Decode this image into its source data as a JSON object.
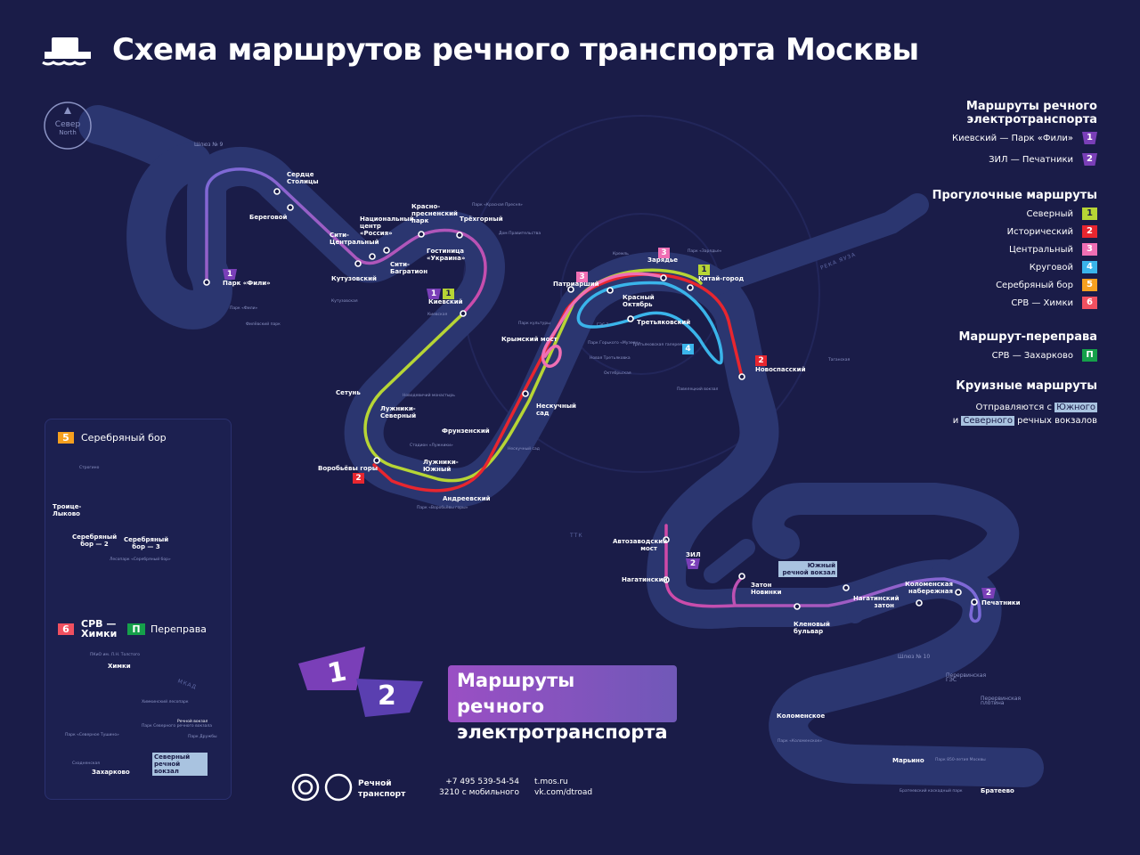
{
  "header": {
    "title": "Схема маршрутов речного транспорта Москвы",
    "compass": {
      "ru": "Север",
      "en": "North"
    }
  },
  "colors": {
    "bg": "#1a1c48",
    "river": "#2b3670",
    "electro": "#8e44c4",
    "r1": "#b7d535",
    "r2": "#e8262f",
    "r3": "#f06fb4",
    "r4": "#3ab4ea",
    "r5": "#f6a01f",
    "r6": "#f05060",
    "ferry": "#15a04a"
  },
  "legend": {
    "electro_title_1": "Маршруты речного",
    "electro_title_2": "электротранспорта",
    "electro": [
      {
        "label": "Киевский — Парк «Фили»",
        "num": "1"
      },
      {
        "label": "ЗИЛ — Печатники",
        "num": "2"
      }
    ],
    "walk_title": "Прогулочные маршруты",
    "walk": [
      {
        "label": "Северный",
        "num": "1"
      },
      {
        "label": "Исторический",
        "num": "2"
      },
      {
        "label": "Центральный",
        "num": "3"
      },
      {
        "label": "Круговой",
        "num": "4"
      },
      {
        "label": "Серебряный бор",
        "num": "5"
      },
      {
        "label": "СРВ — Химки",
        "num": "6"
      }
    ],
    "ferry_title": "Маршрут-переправа",
    "ferry": {
      "label": "СРВ — Захарково",
      "num": "П"
    },
    "cruise_title": "Круизные маршруты",
    "cruise_1": "Отправляются с",
    "cruise_south": "Южного",
    "cruise_and": "и",
    "cruise_north": "Северного",
    "cruise_2": "речных вокзалов"
  },
  "stations": [
    "Сердце Столицы",
    "Береговой",
    "Национальный центр «Россия»",
    "Красно-пресненский парк",
    "Трёхгорный",
    "Сити-Центральный",
    "Сити-Багратион",
    "Гостиница «Украина»",
    "Кутузовский",
    "Парк «Фили»",
    "Киевский",
    "Патриарший",
    "Зарядье",
    "Китай-город",
    "Красный Октябрь",
    "Третьяковский",
    "Крымский мост",
    "Новоспасский",
    "Нескучный сад",
    "Сетунь",
    "Лужники-Северный",
    "Фрунзенский",
    "Воробьёвы горы",
    "Лужники-Южный",
    "Андреевский",
    "Автозаводский мост",
    "ЗИЛ",
    "Нагатинский",
    "Затон Новинки",
    "Южный речной вокзал",
    "Кленовый бульвар",
    "Нагатинский затон",
    "Коломенская набережная",
    "Печатники",
    "Коломенское",
    "Марьино",
    "Братеево"
  ],
  "landmarks": {
    "lock9": "Шлюз № 9",
    "lock10": "Шлюз № 10",
    "ges": "Перервинская ГЭС",
    "dam": "Перервинская плотина",
    "yauza": "РЕКА ЯУЗА",
    "ttk": "ТТК",
    "mkad": "МКАД"
  },
  "pois": [
    "Кремль",
    "Парк «Зарядье»",
    "ГЭС-2",
    "Третьяковская галерея",
    "Новая Третьяковка",
    "Павелецкий вокзал",
    "Новодевичий монастырь",
    "Стадион «Лужники»",
    "Нескучный сад",
    "Парк «Красная Пресня»",
    "Дом Правительства",
    "Парк «Фили»",
    "Филёвский парк",
    "Парк Горького «Музеон»",
    "Парк «Воробьёвы горы»",
    "Парк «Коломенское»",
    "Парк 850-летия Москвы",
    "Братеевский каскадный парк",
    "Парк культуры",
    "Октябрьская",
    "Киевская",
    "Кутузовская",
    "Таганская"
  ],
  "inset": {
    "silver": {
      "num": "5",
      "title": "Серебряный бор",
      "stations": [
        "Троице-Лыково",
        "Серебряный бор — 2",
        "Серебряный бор — 3"
      ],
      "park": "Лесопарк «Серебряный бор»",
      "metro": "Строгино"
    },
    "khimki": {
      "num": "6",
      "title": "СРВ — Химки",
      "ferry_num": "П",
      "ferry_title": "Переправа",
      "stations": [
        "Химки",
        "Северный речной вокзал",
        "Захарково"
      ],
      "pois": [
        "ПКиО им. Л.Н. Толстого",
        "Химкинский лесопарк",
        "Парк Северного речного вокзала",
        "Парк «Северное Тушино»",
        "Парк Дружбы",
        "Речной вокзал",
        "Сходненская"
      ]
    }
  },
  "banner": {
    "line1": "Маршруты речного",
    "line2": "электротранспорта",
    "ribbon1": "1",
    "ribbon2": "2"
  },
  "map_badges": [
    "1",
    "1",
    "1",
    "3",
    "3",
    "1",
    "4",
    "2",
    "2",
    "2",
    "2"
  ],
  "footer": {
    "brand_1": "Речной",
    "brand_2": "транспорт",
    "phone": "+7 495 539-54-54",
    "mobile": "3210 с мобильного",
    "site": "t.mos.ru",
    "vk": "vk.com/dtroad"
  }
}
